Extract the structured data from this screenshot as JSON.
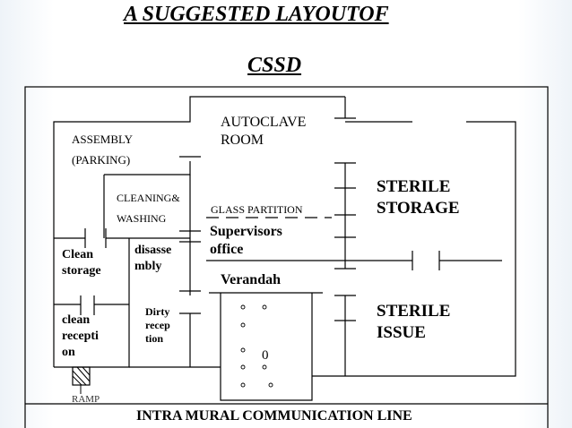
{
  "slide": {
    "title_line1": "A SUGGESTED LAYOUTOF",
    "title_line2": "CSSD",
    "accent_color": "#eef3f8"
  },
  "rooms": {
    "autoclave": [
      "AUTOCLAVE",
      "ROOM"
    ],
    "assembly": [
      "ASSEMBLY",
      "(PARKING)"
    ],
    "cleaning": [
      "CLEANING&",
      "WASHING"
    ],
    "glass_partition": "GLASS PARTITION",
    "sterile_storage": [
      "STERILE",
      "STORAGE"
    ],
    "supervisors": [
      "Supervisors",
      "office"
    ],
    "clean_storage": [
      "Clean",
      "storage"
    ],
    "disassembly": [
      "disasse",
      "mbly"
    ],
    "verandah": "Verandah",
    "sterile_issue": [
      "STERILE",
      "ISSUE"
    ],
    "clean_reception": [
      "clean",
      "recepti",
      "on"
    ],
    "dirty_reception": [
      "Dirty",
      "recep",
      "tion"
    ],
    "zero_mark": "0",
    "ramp": "RAMP",
    "communication_line": "INTRA MURAL COMMUNICATION LINE"
  }
}
